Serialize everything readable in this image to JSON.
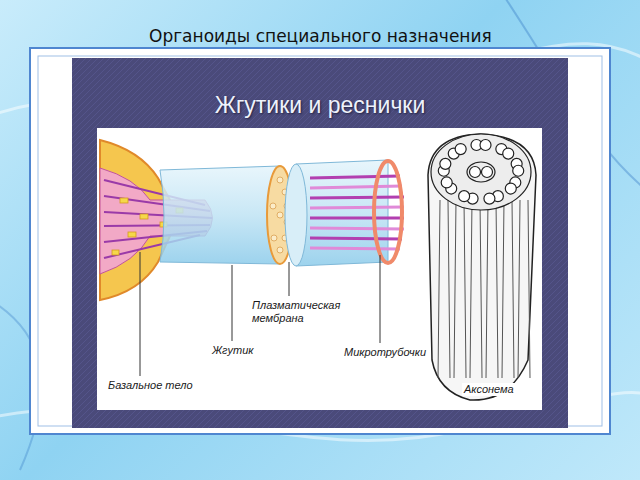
{
  "diagram": {
    "title": "Органоиды специального назначения",
    "labels": [
      "Жгутики и реснички",
      "Плазматическая мембрана",
      "Жгутик",
      "Микротрубочки",
      "Базальное тело",
      "Аксонема"
    ]
  }
}
